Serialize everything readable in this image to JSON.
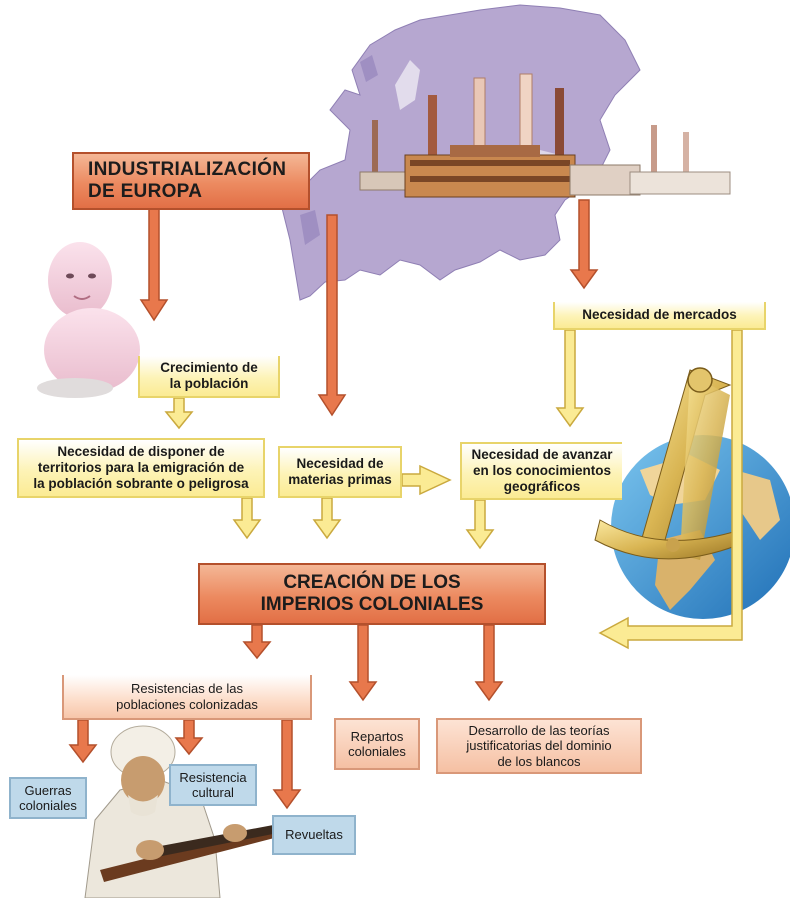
{
  "industrializacion": [
    "INDUSTRIALIZACIÓN",
    "DE EUROPA"
  ],
  "crecimiento": [
    "Crecimiento de",
    "la población"
  ],
  "mercados": "Necesidad de mercados",
  "emigracion": [
    "Necesidad de disponer de",
    "territorios para la emigración de",
    "la población sobrante o peligrosa"
  ],
  "materias": [
    "Necesidad de",
    "materias primas"
  ],
  "geograficos": [
    "Necesidad de avanzar",
    "en los conocimientos",
    "geográficos"
  ],
  "creacion": [
    "CREACIÓN DE LOS",
    "IMPERIOS COLONIALES"
  ],
  "resistencias": [
    "Resistencias de las",
    "poblaciones colonizadas"
  ],
  "repartos": [
    "Repartos",
    "coloniales"
  ],
  "teorias": [
    "Desarrollo de las teorías",
    "justificatorias del dominio",
    "de los blancos"
  ],
  "guerras": [
    "Guerras",
    "coloniales"
  ],
  "cultural": [
    "Resistencia",
    "cultural"
  ],
  "revueltas": "Revueltas",
  "colors": {
    "orange": "#e8784c",
    "yellow": "#fbeb94",
    "blue": "#bfd9ea",
    "europe": "#b6a7d0"
  },
  "illustrations": [
    "europe-map-with-factories",
    "baby",
    "sextant-and-globe",
    "armed-man-with-turban"
  ]
}
